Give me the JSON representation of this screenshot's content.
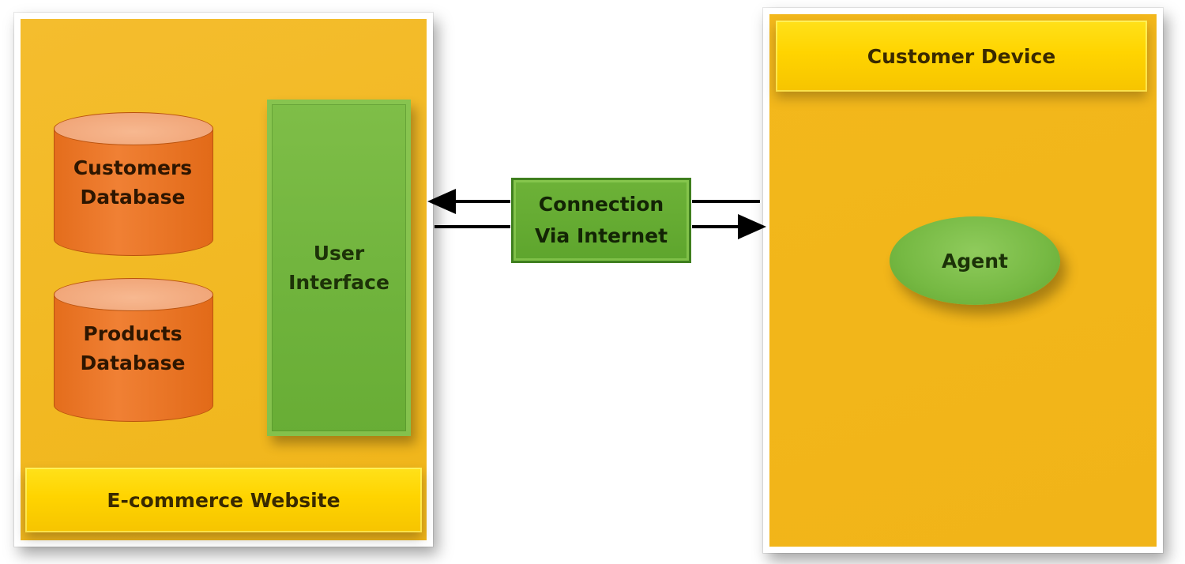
{
  "website": {
    "title": "E-commerce Website",
    "customers_db": "Customers\nDatabase",
    "products_db": "Products\nDatabase",
    "user_interface": "User\nInterface"
  },
  "connection": {
    "label": "Connection\nVia Internet"
  },
  "device": {
    "title": "Customer Device",
    "agent": "Agent"
  },
  "colors": {
    "panel": "#f3b91f",
    "banner": "#ffd400",
    "database": "#ed7d31",
    "green": "#70b33c"
  }
}
